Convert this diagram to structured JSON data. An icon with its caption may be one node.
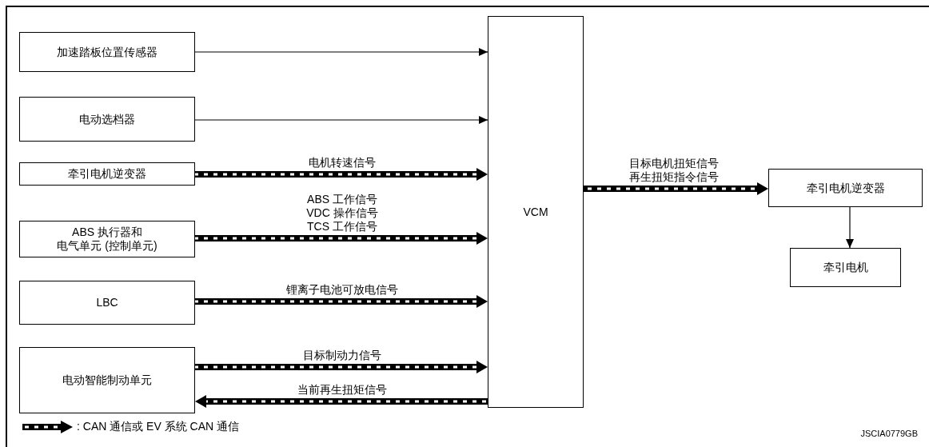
{
  "diagram": {
    "nodes": [
      {
        "text": [
          "加速踏板位置传感器"
        ]
      },
      {
        "text": [
          "电动选档器"
        ]
      },
      {
        "text": [
          "牵引电机逆变器"
        ]
      },
      {
        "text": [
          "ABS 执行器和电气单元 (控制单元)"
        ]
      },
      {
        "text": [
          "LBC"
        ]
      },
      {
        "text": [
          "电动智能制动单元"
        ]
      },
      {
        "text": [
          "VCM"
        ]
      },
      {
        "text": [
          "牵引电机逆变器"
        ]
      },
      {
        "text": [
          "牵引电机"
        ]
      }
    ],
    "edges": [
      {
        "from": 0,
        "to": 6,
        "arrow": "to"
      },
      {
        "from": 1,
        "to": 6,
        "arrow": "to"
      },
      {
        "from": 2,
        "to": 6,
        "arrow": "to",
        "label": "电机转速信号",
        "style": "dashed"
      },
      {
        "from": 3,
        "to": 6,
        "arrow": "to",
        "label": "ABS 工作信号 VDC 操作信号 TCS 工作信号",
        "style": "dashed"
      },
      {
        "from": 4,
        "to": 6,
        "arrow": "to",
        "label": "锂离子电池可放电信号",
        "style": "dashed"
      },
      {
        "from": 5,
        "to": 6,
        "arrow": "to",
        "label": "目标制动力信号",
        "style": "dashed"
      },
      {
        "from": 6,
        "to": 5,
        "arrow": "to",
        "label": "当前再生扭矩信号",
        "style": "dashed"
      },
      {
        "from": 6,
        "to": 7,
        "arrow": "to",
        "label": "目标电机扭矩信号再生扭矩指令信号",
        "style": "dashed"
      },
      {
        "from": 7,
        "to": 8,
        "arrow": "to"
      }
    ],
    "labels": [
      "JSCIA0779GB"
    ],
    "legend": [
      {
        "text": ": CAN 通信或 EV 系统 CAN 通信"
      }
    ]
  }
}
